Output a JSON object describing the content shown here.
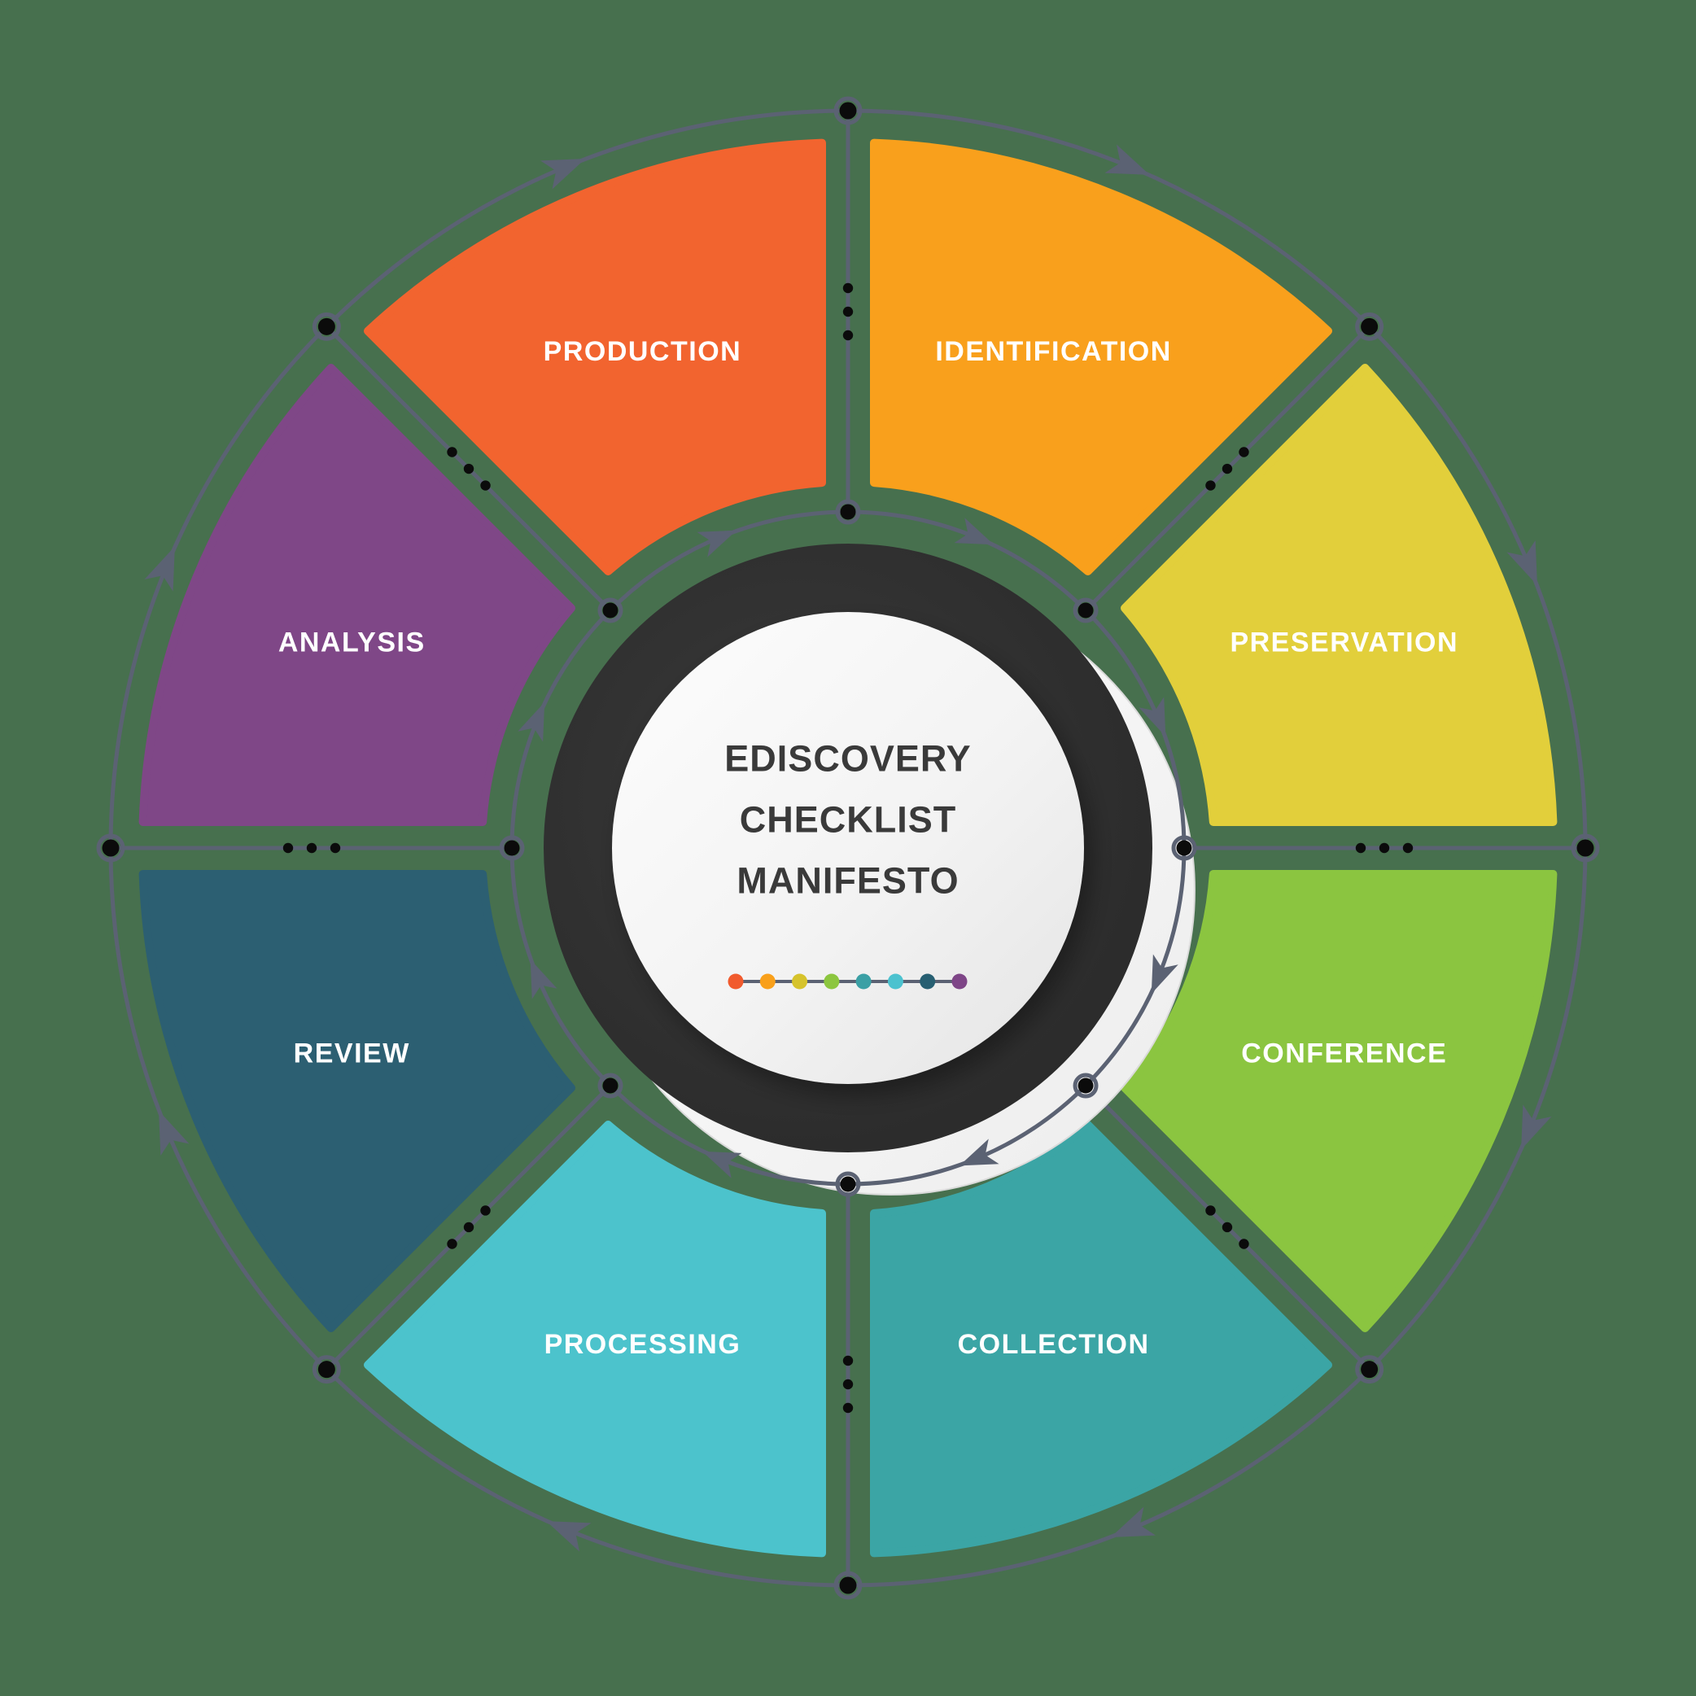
{
  "diagram": {
    "center_title_lines": [
      "EDISCOVERY",
      "CHECKLIST",
      "MANIFESTO"
    ],
    "segments": [
      {
        "id": "identification",
        "label": "IDENTIFICATION",
        "color": "#f9a01c",
        "start": 45,
        "end": 90
      },
      {
        "id": "preservation",
        "label": "PRESERVATION",
        "color": "#e2cf3b",
        "start": 0,
        "end": 45
      },
      {
        "id": "conference",
        "label": "CONFERENCE",
        "color": "#8bc540",
        "start": -45,
        "end": 0
      },
      {
        "id": "collection",
        "label": "COLLECTION",
        "color": "#3ba5a5",
        "start": -90,
        "end": -45
      },
      {
        "id": "processing",
        "label": "PROCESSING",
        "color": "#4cc3cc",
        "start": -135,
        "end": -90
      },
      {
        "id": "review",
        "label": "REVIEW",
        "color": "#2c5f72",
        "start": -180,
        "end": -135
      },
      {
        "id": "analysis",
        "label": "ANALYSIS",
        "color": "#7f4787",
        "start": -225,
        "end": -180
      },
      {
        "id": "production",
        "label": "PRODUCTION",
        "color": "#f2642f",
        "start": -270,
        "end": -225
      }
    ],
    "legend_dot_colors": [
      "#f15b2e",
      "#f9a01b",
      "#d6c32c",
      "#8cc63f",
      "#3ba0a5",
      "#4cc2cf",
      "#275f72",
      "#7e4587"
    ],
    "colors": {
      "background": "#47704e",
      "flow_line": "#5b6273",
      "node_fill": "#0b0b0b",
      "dark_ring": "#2f2f2f",
      "offset_circle": "#f7f7f7",
      "segment_label_text": "#ffffff",
      "center_text": "#3a3a3a"
    }
  }
}
